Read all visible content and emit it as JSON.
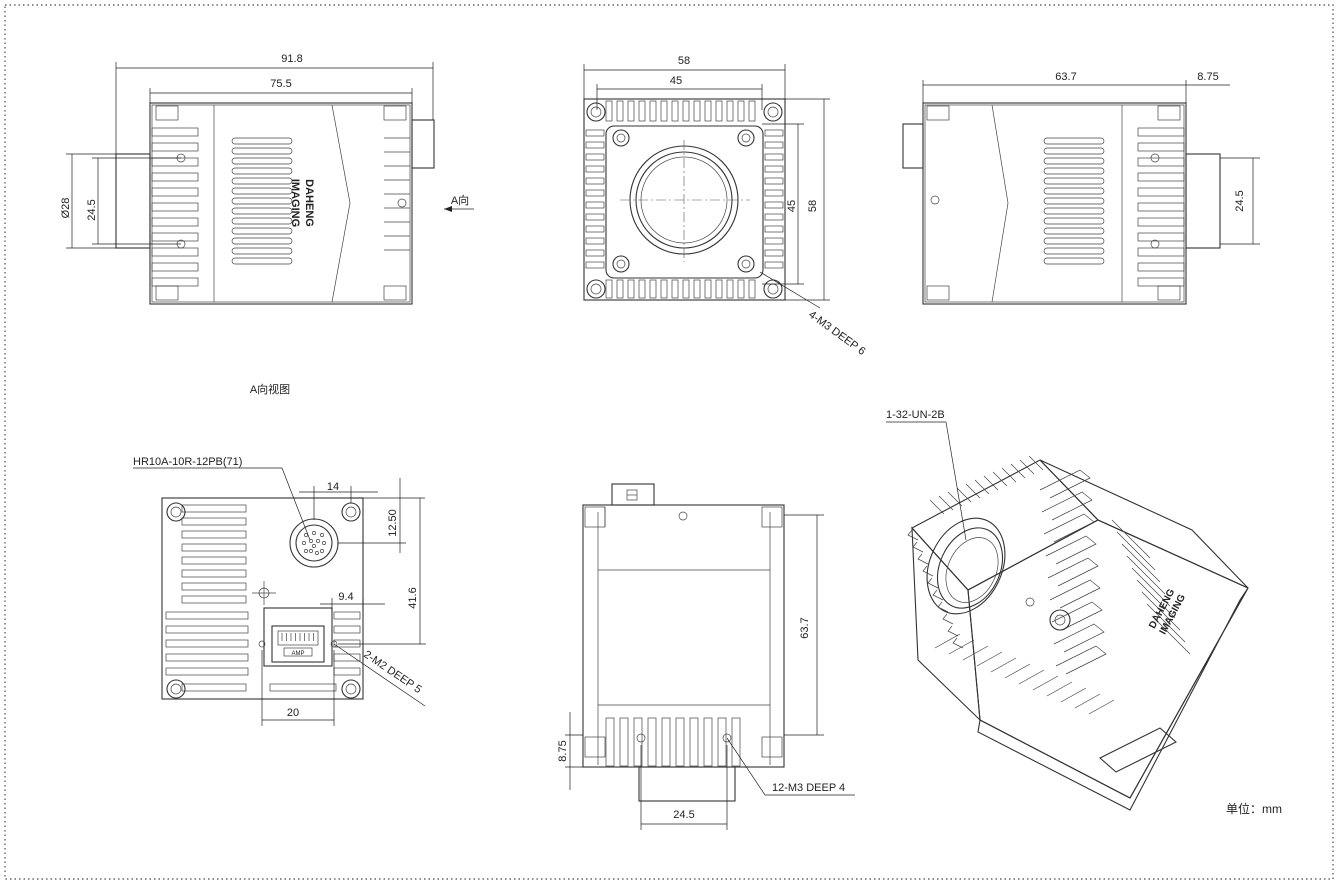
{
  "labels": {
    "d_91_8": "91.8",
    "d_75_5": "75.5",
    "d_phi28": "Ø28",
    "d_24_5_left": "24.5",
    "a_dir": "A向",
    "d_58_top": "58",
    "d_45_top": "45",
    "d_45_side": "45",
    "d_58_side": "58",
    "m3_deep6": "4-M3 DEEP 6",
    "d_63_7_top": "63.7",
    "d_8_75_top": "8.75",
    "d_24_5_right": "24.5",
    "a_view": "A向视图",
    "hr10a": "HR10A-10R-12PB(71)",
    "d_14": "14",
    "d_12_50": "12.50",
    "d_9_4": "9.4",
    "d_41_6": "41.6",
    "m2_deep5": "2-M2 DEEP 5",
    "d_20": "20",
    "d_63_7_side": "63.7",
    "d_8_75_side": "8.75",
    "m3_deep4": "12-M3 DEEP 4",
    "d_24_5_bottom": "24.5",
    "thread": "1-32-UN-2B",
    "unit": "单位：mm",
    "logo_line1": "DAHENG",
    "logo_line2": "IMAGING",
    "amp": "AMP"
  }
}
